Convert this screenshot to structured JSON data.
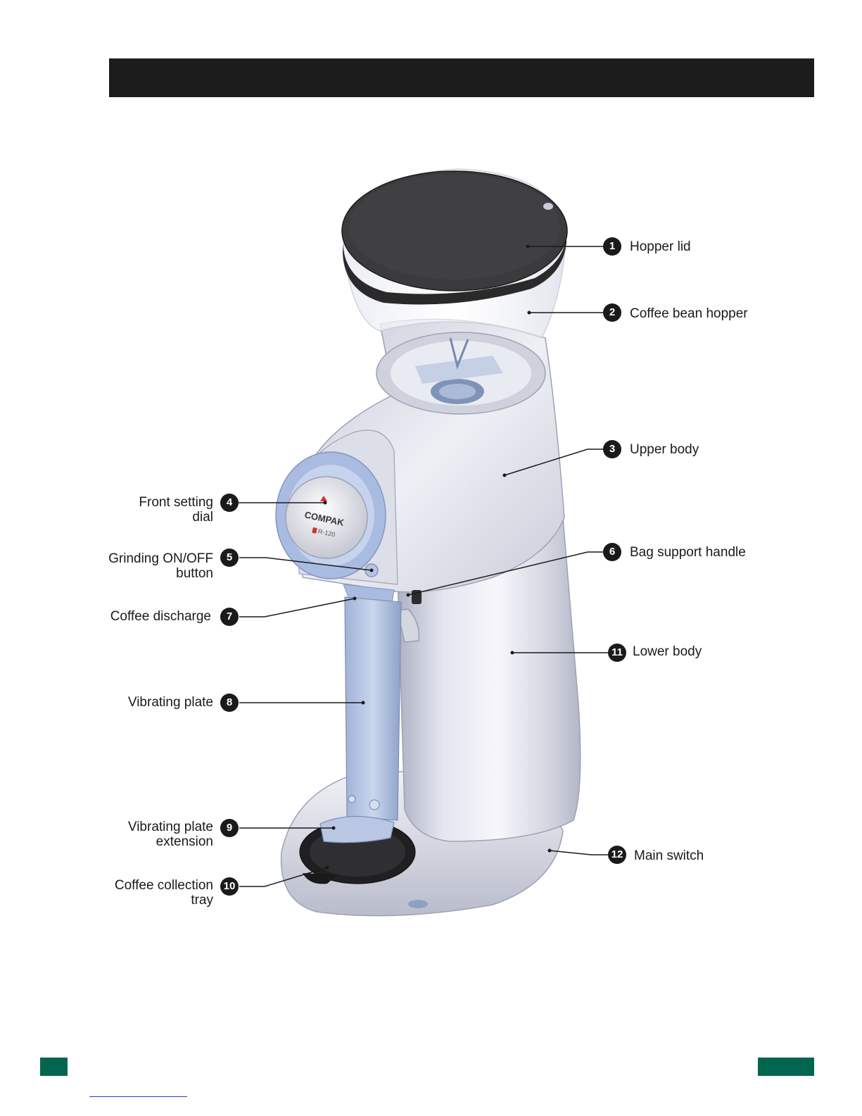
{
  "figure": {
    "callouts": [
      {
        "number": "1",
        "label": "Hopper lid",
        "side": "right"
      },
      {
        "number": "2",
        "label": "Coffee bean hopper",
        "side": "right"
      },
      {
        "number": "3",
        "label": "Upper body",
        "side": "right"
      },
      {
        "number": "4",
        "label": "Front setting\ndial",
        "side": "left"
      },
      {
        "number": "5",
        "label": "Grinding ON/OFF\nbutton",
        "side": "left"
      },
      {
        "number": "6",
        "label": "Bag support handle",
        "side": "right"
      },
      {
        "number": "7",
        "label": "Coffee discharge",
        "side": "left"
      },
      {
        "number": "8",
        "label": "Vibrating plate",
        "side": "left"
      },
      {
        "number": "9",
        "label": "Vibrating plate\nextension",
        "side": "left"
      },
      {
        "number": "10",
        "label": "Coffee collection\ntray",
        "side": "left"
      },
      {
        "number": "11",
        "label": "Lower body",
        "side": "right"
      },
      {
        "number": "12",
        "label": "Main switch",
        "side": "right"
      }
    ],
    "dial_brand": "COMPAK",
    "dial_model": "R-120"
  },
  "colors": {
    "header_bar": "#1c1c1c",
    "footer_accent": "#006650",
    "badge": "#1a1a1a"
  }
}
